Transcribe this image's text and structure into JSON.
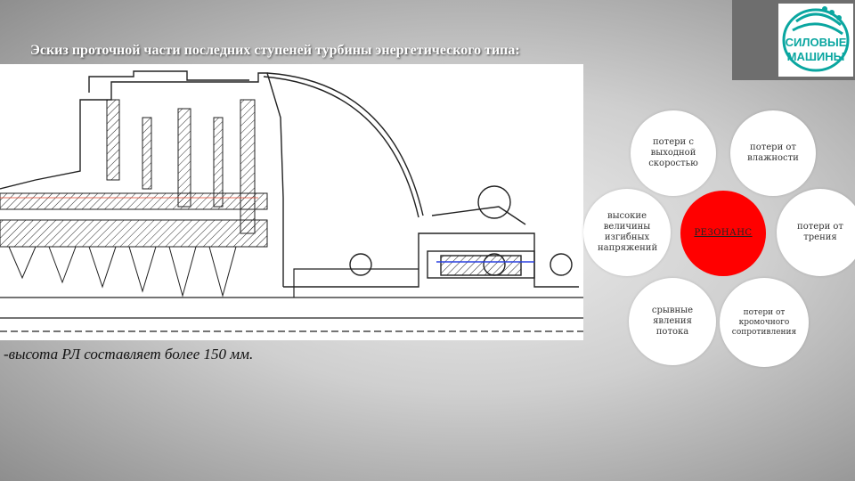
{
  "slide": {
    "title": "Эскиз проточной части последних ступеней турбины энергетического типа:",
    "caption": "-высота РЛ составляет более 150 мм."
  },
  "logo": {
    "line1": "СИЛОВЫЕ",
    "line2": "МАШИНЫ",
    "icon": "power-machines-logo-icon",
    "color": "#0aa6a0"
  },
  "diagram": {
    "center": {
      "label": "РЕЗОНАНС",
      "color": "#ff0000"
    },
    "nodes": [
      {
        "id": "exit-velocity",
        "label": "потери с выходной скоростью"
      },
      {
        "id": "moisture",
        "label": "потери от влажности"
      },
      {
        "id": "bending",
        "label": "высокие величины изгибных напряжений"
      },
      {
        "id": "friction",
        "label": "потери от трения"
      },
      {
        "id": "flow-separation",
        "label": "срывные явления потока"
      },
      {
        "id": "edge",
        "label": "потери от кромочного сопротивления"
      }
    ]
  }
}
